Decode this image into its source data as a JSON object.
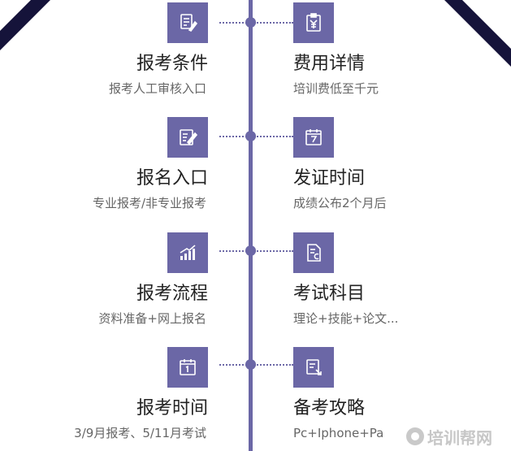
{
  "theme": {
    "accent": "#6b67a6",
    "corner": "#15133a",
    "title_color": "#222222",
    "sub_color": "#666666"
  },
  "left_items": [
    {
      "title": "报考条件",
      "subtitle": "报考人工审核入口",
      "icon": "document-pen-icon"
    },
    {
      "title": "报名入口",
      "subtitle": "专业报考/非专业报考",
      "icon": "edit-form-icon"
    },
    {
      "title": "报考流程",
      "subtitle": "资料准备+网上报名",
      "icon": "bar-chart-icon"
    },
    {
      "title": "报考时间",
      "subtitle": "3/9月报考、5/11月考试",
      "icon": "calendar-one-icon"
    }
  ],
  "right_items": [
    {
      "title": "费用详情",
      "subtitle": "培训费低至千元",
      "icon": "yen-clipboard-icon"
    },
    {
      "title": "发证时间",
      "subtitle": "成绩公布2个月后",
      "icon": "calendar-seven-icon"
    },
    {
      "title": "考试科目",
      "subtitle": "理论+技能+论文...",
      "icon": "document-c-icon"
    },
    {
      "title": "备考攻略",
      "subtitle": "Pc+Iphone+Pa",
      "icon": "book-pen-icon"
    }
  ],
  "watermark": {
    "text": "培训帮网"
  }
}
